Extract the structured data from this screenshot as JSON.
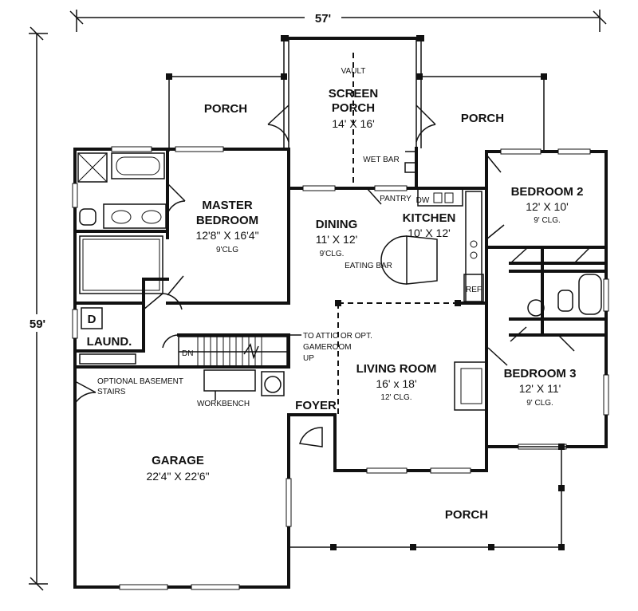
{
  "overall": {
    "width": "57'",
    "depth": "59'"
  },
  "rooms": {
    "porch_left": {
      "name": "PORCH"
    },
    "screen_porch": {
      "name_line1": "SCREEN",
      "name_line2": "PORCH",
      "dims": "14' X 16'",
      "note": "VAULT"
    },
    "porch_right": {
      "name": "PORCH"
    },
    "master": {
      "name_line1": "MASTER",
      "name_line2": "BEDROOM",
      "dims": "12'8\" X 16'4\"",
      "clg": "9'CLG"
    },
    "dining": {
      "name": "DINING",
      "dims": "11' X 12'",
      "clg": "9'CLG."
    },
    "kitchen": {
      "name": "KITCHEN",
      "dims": "10' X 12'"
    },
    "bedroom2": {
      "name": "BEDROOM 2",
      "dims": "12' X 10'",
      "clg": "9' CLG."
    },
    "living": {
      "name": "LIVING ROOM",
      "dims": "16' x 18'",
      "clg": "12' CLG."
    },
    "bedroom3": {
      "name": "BEDROOM 3",
      "dims": "12' X 11'",
      "clg": "9' CLG."
    },
    "laundry": {
      "name": "LAUND.",
      "dryer": "D"
    },
    "foyer": {
      "name": "FOYER"
    },
    "garage": {
      "name": "GARAGE",
      "dims": "22'4\" X 22'6\""
    },
    "porch_front": {
      "name": "PORCH"
    }
  },
  "labels": {
    "wet_bar": "WET BAR",
    "pantry": "PANTRY",
    "dw": "DW",
    "eating_bar": "EATING BAR",
    "ref": "REF",
    "dn": "DN",
    "attic_line1": "TO ATTIC OR OPT.",
    "attic_line2": "GAMEROOM",
    "attic_line3": "UP",
    "basement_line1": "OPTIONAL BASEMENT",
    "basement_line2": "STAIRS",
    "workbench": "WORKBENCH"
  }
}
